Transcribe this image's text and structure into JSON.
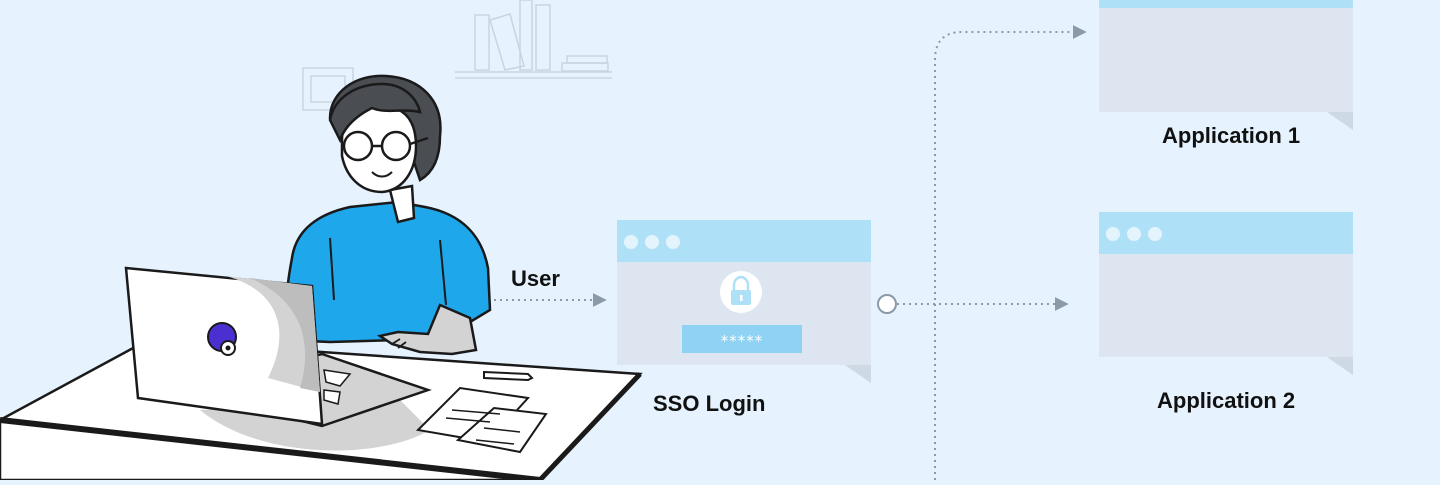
{
  "labels": {
    "user": "User",
    "sso_login": "SSO Login",
    "application_1": "Application 1",
    "application_2": "Application 2"
  },
  "sso_window": {
    "password_mask": "*****",
    "icon": "lock-icon"
  },
  "colors": {
    "background": "#e6f2fd",
    "window_header": "#aee0f8",
    "window_body": "#dde6f0",
    "window_fold": "#cfd9e4",
    "window_dots": "#e4f4fd",
    "password_field": "#8fd2f3",
    "shirt": "#1ea7ea",
    "hair": "#4a4d52",
    "connector": "#8a9aa8",
    "laptop_logo": "#4b2fd1"
  }
}
